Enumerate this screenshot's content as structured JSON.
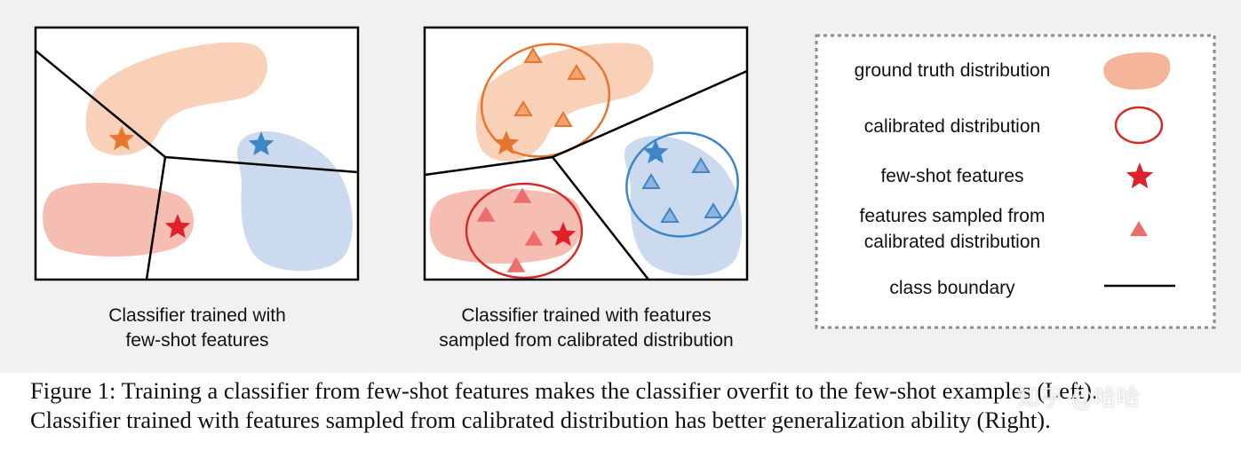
{
  "panels": {
    "left_caption": [
      "Classifier trained with",
      "few-shot features"
    ],
    "middle_caption": [
      "Classifier trained with features",
      "sampled from calibrated distribution"
    ]
  },
  "legend": {
    "items": [
      {
        "label": [
          "ground truth distribution"
        ],
        "icon": "ground-truth-blob-icon"
      },
      {
        "label": [
          "calibrated distribution"
        ],
        "icon": "calibrated-ellipse-icon"
      },
      {
        "label": [
          "few-shot features"
        ],
        "icon": "star-icon"
      },
      {
        "label": [
          "features sampled from",
          "calibrated distribution"
        ],
        "icon": "triangle-icon"
      },
      {
        "label": [
          "class boundary"
        ],
        "icon": "boundary-line-icon"
      }
    ]
  },
  "caption": {
    "line1": "Figure 1:  Training a classifier from few-shot features makes the classifier overfit to the few-shot examples (Left).",
    "line2": "Classifier trained with features sampled from calibrated distribution has better generalization ability (Right)."
  },
  "watermark": "知乎 @哈哈",
  "colors": {
    "orange_fill": "#f6c6a6",
    "red_fill": "#f3a898",
    "blue_fill": "#c3d3ec",
    "orange": "#e8752d",
    "red": "#e0202a",
    "blue": "#3f86c6",
    "line": "#000000"
  }
}
